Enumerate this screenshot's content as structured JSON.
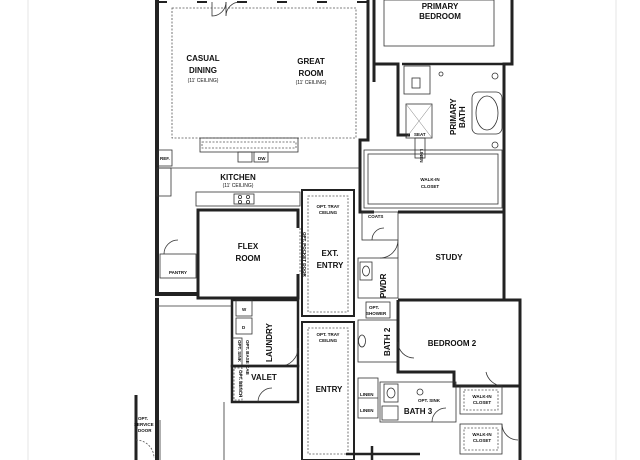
{
  "labels": {
    "primary_bedroom_1": "PRIMARY",
    "primary_bedroom_2": "BEDROOM",
    "casual_dining_1": "CASUAL",
    "casual_dining_2": "DINING",
    "casual_dining_ceiling": "(11' CEILING)",
    "great_room_1": "GREAT",
    "great_room_2": "ROOM",
    "great_room_ceiling": "(11' CEILING)",
    "primary_bath_1": "PRIMARY",
    "primary_bath_2": "BATH",
    "seat": "SEAT",
    "linen_primary": "LINEN",
    "walkin_primary_1": "WALK-IN",
    "walkin_primary_2": "CLOSET",
    "ref": "REF.",
    "dw": "DW",
    "kitchen": "KITCHEN",
    "kitchen_ceiling": "(11' CEILING)",
    "opt_tray_1a": "OPT. TRAY",
    "opt_tray_1b": "CEILING",
    "coats": "COATS",
    "flex_1": "FLEX",
    "flex_2": "ROOM",
    "ext_entry_1": "EXT.",
    "ext_entry_2": "ENTRY",
    "opt_pocket_door": "OPT. POCKET DOOR",
    "study": "STUDY",
    "pwdr": "PWDR",
    "pantry": "PANTRY",
    "opt_shower_1": "OPT.",
    "opt_shower_2": "SHOWER",
    "laundry": "LAUNDRY",
    "w": "W",
    "d": "D",
    "opt_tray_2a": "OPT. TRAY",
    "opt_tray_2b": "CEILING",
    "bath2": "BATH 2",
    "bedroom2": "BEDROOM 2",
    "opt_sink": "OPT. SINK",
    "opt_base_cab": "OPT. BASE CAB",
    "valet": "VALET",
    "opt_bench": "OPT. BENCH",
    "entry": "ENTRY",
    "linen_a": "LINEN",
    "linen_b": "LINEN",
    "opt_sink_2": "OPT. SINK",
    "bath3": "BATH 3",
    "walkin_b_1": "WALK-IN",
    "walkin_b_2": "CLOSET",
    "walkin_c_1": "WALK-IN",
    "walkin_c_2": "CLOSET",
    "opt_service_1": "OPT.",
    "opt_service_2": "SERVICE",
    "opt_service_3": "DOOR"
  }
}
